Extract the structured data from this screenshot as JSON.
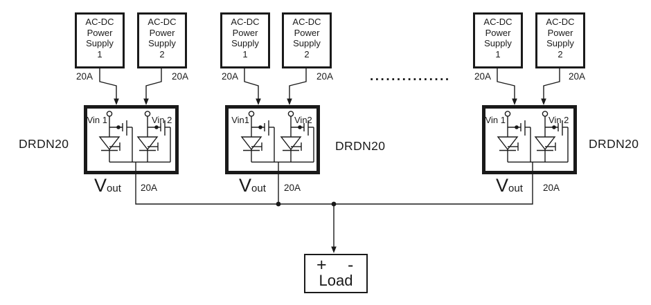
{
  "groups": [
    {
      "supply1_text": "AC-DC\nPower\nSupply\n1",
      "supply2_text": "AC-DC\nPower\nSupply\n2",
      "amp_in1": "20A",
      "amp_in2": "20A",
      "vin1": "Vin 1",
      "vin2": "Vin 2",
      "module_label": "DRDN20",
      "vout_main": "V",
      "vout_sub": "out",
      "amp_out": "20A"
    },
    {
      "supply1_text": "AC-DC\nPower\nSupply\n1",
      "supply2_text": "AC-DC\nPower\nSupply\n2",
      "amp_in1": "20A",
      "amp_in2": "20A",
      "vin1": "Vin1",
      "vin2": "Vin2",
      "module_label": "DRDN20",
      "vout_main": "V",
      "vout_sub": "out",
      "amp_out": "20A"
    },
    {
      "supply1_text": "AC-DC\nPower\nSupply\n1",
      "supply2_text": "AC-DC\nPower\nSupply\n2",
      "amp_in1": "20A",
      "amp_in2": "20A",
      "vin1": "Vin 1",
      "vin2": "Vin 2",
      "module_label": "DRDN20",
      "vout_main": "V",
      "vout_sub": "out",
      "amp_out": "20A"
    }
  ],
  "ellipsis": "...............",
  "load": {
    "plus": "+",
    "minus": "-",
    "label": "Load"
  },
  "colors": {
    "ink": "#1a1a1a",
    "background": "#ffffff"
  }
}
